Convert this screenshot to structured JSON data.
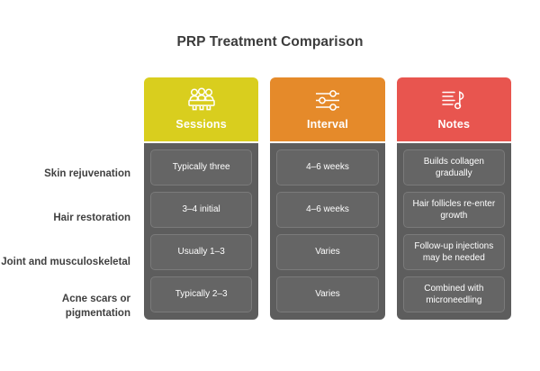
{
  "title": "PRP Treatment Comparison",
  "colors": {
    "sessions": "#D9CE1E",
    "interval": "#E58A2A",
    "notes": "#E8554F",
    "panel": "#5d5d5d",
    "cell": "#656565",
    "text": "#404040"
  },
  "row_labels": [
    "Skin rejuvenation",
    "Hair restoration",
    "Joint and musculoskeletal",
    "Acne scars or pigmentation"
  ],
  "columns": [
    {
      "id": "sessions",
      "label": "Sessions",
      "icon": "people-group-icon",
      "color": "#D9CE1E",
      "cells": [
        "Typically three",
        "3–4 initial",
        "Usually 1–3",
        "Typically 2–3"
      ]
    },
    {
      "id": "interval",
      "label": "Interval",
      "icon": "sliders-icon",
      "color": "#E58A2A",
      "cells": [
        "4–6 weeks",
        "4–6 weeks",
        "Varies",
        "Varies"
      ]
    },
    {
      "id": "notes",
      "label": "Notes",
      "icon": "music-note-lines-icon",
      "color": "#E8554F",
      "cells": [
        "Builds collagen gradually",
        "Hair follicles re-enter growth",
        "Follow-up injections may be needed",
        "Combined with microneedling"
      ]
    }
  ]
}
